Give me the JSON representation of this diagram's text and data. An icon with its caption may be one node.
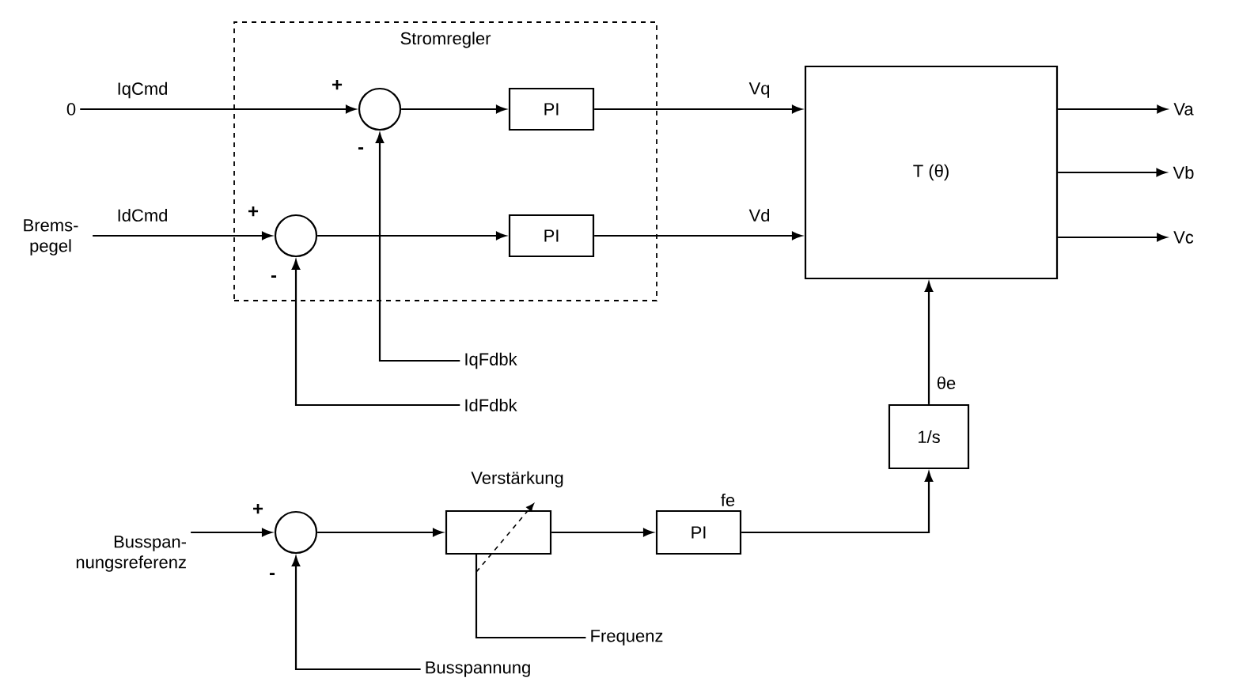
{
  "diagram": {
    "nodes": [
      {
        "text": [
          "Stromregler"
        ]
      },
      {
        "text": [
          "0"
        ]
      },
      {
        "text": [
          "Brems- pegel"
        ]
      },
      {
        "text": [],
        "shape": "circle",
        "in": 0
      },
      {
        "text": [],
        "shape": "circle",
        "in": 0
      },
      {
        "text": [
          "PI"
        ],
        "in": 0
      },
      {
        "text": [
          "PI"
        ],
        "in": 0
      },
      {
        "text": [
          "T (θ)"
        ]
      },
      {
        "text": [
          "Va"
        ]
      },
      {
        "text": [
          "Vb"
        ]
      },
      {
        "text": [
          "Vc"
        ]
      },
      {
        "text": [
          "IqFdbk"
        ]
      },
      {
        "text": [
          "IdFdbk"
        ]
      },
      {
        "text": [
          "1/s"
        ]
      },
      {
        "text": [
          "Busspan- nungsreferenz"
        ]
      },
      {
        "text": [],
        "shape": "circle"
      },
      {
        "text": [],
        "shape": "box",
        "beside": [
          "Verstärkung"
        ]
      },
      {
        "text": [
          "PI"
        ]
      },
      {
        "text": [
          "Frequenz"
        ]
      },
      {
        "text": [
          "Busspannung"
        ]
      }
    ],
    "edges": [
      {
        "from": 1,
        "to": 3,
        "arrow": "to",
        "label": "IqCmd"
      },
      {
        "from": 3,
        "to": 5,
        "arrow": "to"
      },
      {
        "from": 5,
        "to": 7,
        "arrow": "to",
        "label": "Vq"
      },
      {
        "from": 2,
        "to": 4,
        "arrow": "to",
        "label": "IdCmd"
      },
      {
        "from": 4,
        "to": 6,
        "arrow": "to"
      },
      {
        "from": 6,
        "to": 7,
        "arrow": "to",
        "label": "Vd"
      },
      {
        "from": 7,
        "to": 8,
        "arrow": "to"
      },
      {
        "from": 7,
        "to": 9,
        "arrow": "to"
      },
      {
        "from": 7,
        "to": 10,
        "arrow": "to"
      },
      {
        "from": 11,
        "to": 3,
        "arrow": "to"
      },
      {
        "from": 12,
        "to": 4,
        "arrow": "to"
      },
      {
        "from": 14,
        "to": 15,
        "arrow": "to"
      },
      {
        "from": 15,
        "to": 16,
        "arrow": "to"
      },
      {
        "from": 16,
        "to": 17,
        "arrow": "to"
      },
      {
        "from": 17,
        "to": 13,
        "arrow": "to",
        "label": "fe"
      },
      {
        "from": 13,
        "to": 7,
        "arrow": "to",
        "label": "θe"
      },
      {
        "from": 19,
        "to": 15,
        "arrow": "to"
      },
      {
        "from": 18,
        "to": 16,
        "arrow": "none"
      }
    ],
    "labels": [
      "+",
      "-",
      "+",
      "-",
      "+",
      "-"
    ]
  }
}
